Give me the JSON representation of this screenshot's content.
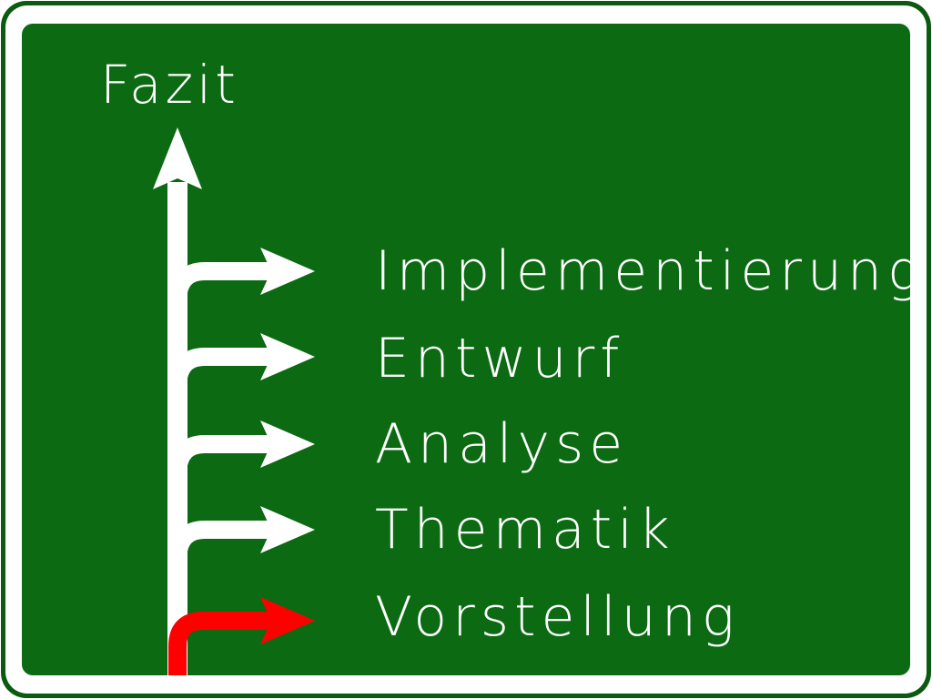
{
  "sign": {
    "top_label": "Fazit",
    "exits": [
      {
        "label": "Implementierung",
        "active": false
      },
      {
        "label": "Entwurf",
        "active": false
      },
      {
        "label": "Analyse",
        "active": false
      },
      {
        "label": "Thematik",
        "active": false
      },
      {
        "label": "Vorstellung",
        "active": true
      }
    ]
  },
  "colors": {
    "sign_green": "#0b6a12",
    "border_white": "#ffffff",
    "arrow_white": "#ffffff",
    "active_red": "#ff0000"
  }
}
